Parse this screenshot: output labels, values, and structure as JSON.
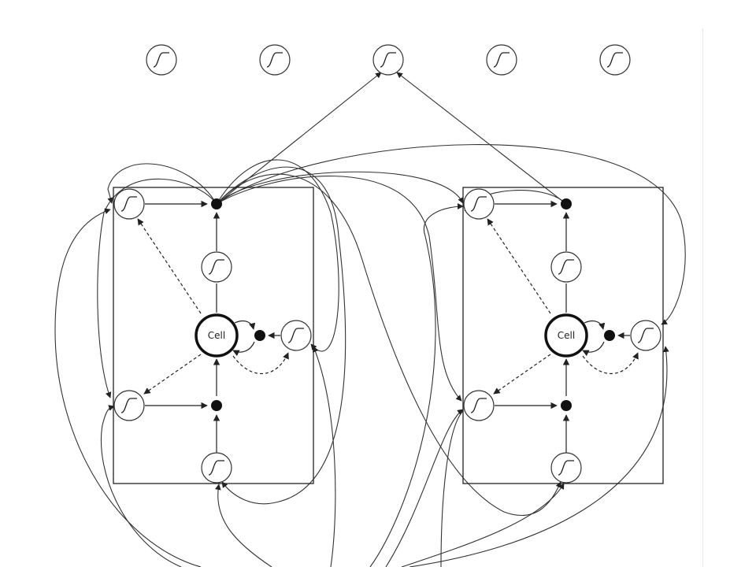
{
  "diagram": {
    "cells": [
      {
        "label": "Cell"
      },
      {
        "label": "Cell"
      }
    ],
    "output_units": 5,
    "node_types": [
      "sigmoid-gate",
      "multiply-node",
      "cell-state"
    ],
    "colors": {
      "stroke": "#222222",
      "background": "#ffffff"
    }
  }
}
